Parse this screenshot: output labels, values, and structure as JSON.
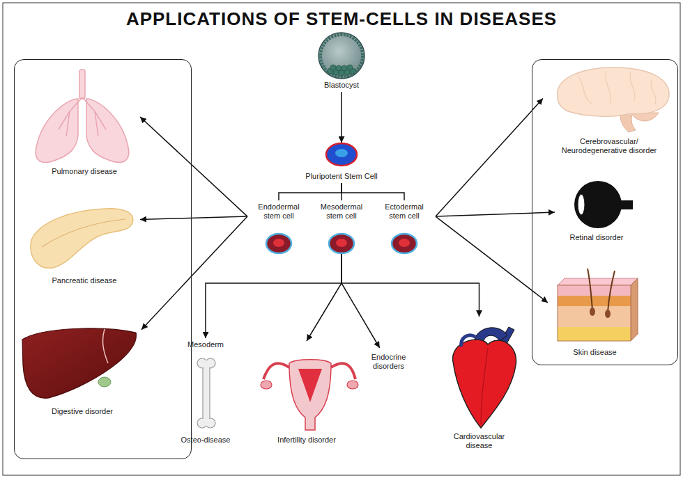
{
  "diagram": {
    "title": "APPLICATIONS OF STEM-CELLS IN DISEASES",
    "nodes": [
      {
        "text": [
          "Blastocyst"
        ]
      },
      {
        "text": [
          "Pluripotent Stem Cell"
        ]
      },
      {
        "text": []
      },
      {
        "text": [
          "Pulmonary disease"
        ],
        "in": 2
      },
      {
        "text": [
          "Pancreatic disease"
        ],
        "in": 2
      },
      {
        "text": [
          "Digestive disorder"
        ],
        "in": 2
      },
      {
        "text": [
          "Endodermal stem cell"
        ]
      },
      {
        "text": [
          "Mesodermal stem cell"
        ]
      },
      {
        "text": [
          "Ectodermal stem cell"
        ]
      },
      {
        "text": []
      },
      {
        "text": [
          "Cerebrovascular/ Neurodegenerative disorder"
        ],
        "in": 9
      },
      {
        "text": [
          "Retinal disorder"
        ],
        "in": 9
      },
      {
        "text": [
          "Skin disease"
        ],
        "in": 9
      },
      {
        "text": [
          "Mesoderm",
          "Osteo-disease"
        ]
      },
      {
        "text": [
          "Infertility disorder"
        ]
      },
      {
        "text": [
          "Endocrine disorders"
        ]
      },
      {
        "text": [
          "Cardiovascular disease"
        ]
      }
    ],
    "edges": [
      {
        "from": 0,
        "to": 1,
        "arrow": "to"
      },
      {
        "from": 1,
        "to": 6,
        "arrow": "none"
      },
      {
        "from": 1,
        "to": 7,
        "arrow": "none"
      },
      {
        "from": 1,
        "to": 8,
        "arrow": "none"
      },
      {
        "from": 6,
        "to": 3,
        "arrow": "to"
      },
      {
        "from": 6,
        "to": 4,
        "arrow": "to"
      },
      {
        "from": 6,
        "to": 5,
        "arrow": "to"
      },
      {
        "from": 8,
        "to": 10,
        "arrow": "to"
      },
      {
        "from": 8,
        "to": 11,
        "arrow": "to"
      },
      {
        "from": 8,
        "to": 12,
        "arrow": "to"
      },
      {
        "from": 7,
        "to": 13,
        "arrow": "to"
      },
      {
        "from": 7,
        "to": 14,
        "arrow": "to"
      },
      {
        "from": 7,
        "to": 15,
        "arrow": "to"
      },
      {
        "from": 7,
        "to": 16,
        "arrow": "to"
      }
    ]
  }
}
